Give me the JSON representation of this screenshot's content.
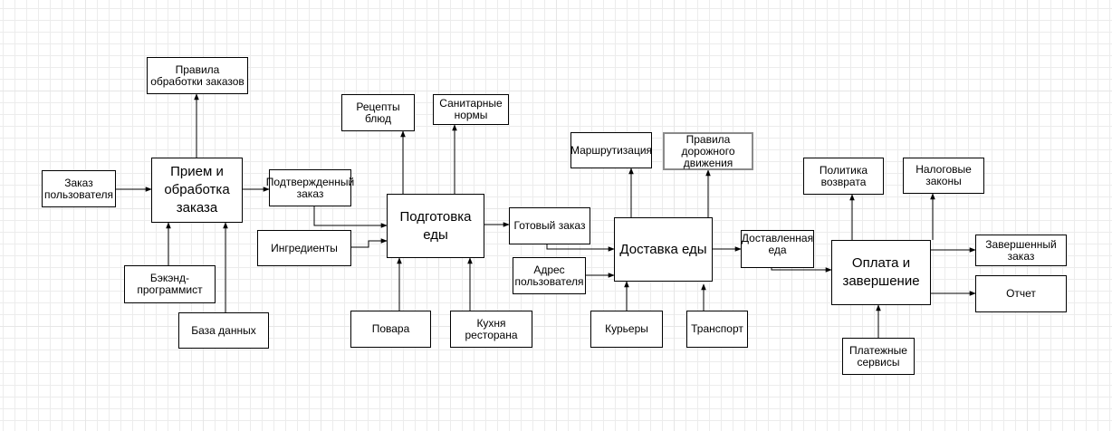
{
  "diagram": {
    "nodes": [
      {
        "id": "order_in",
        "label": "Заказ\nпользователя"
      },
      {
        "id": "intake",
        "label": "Прием и\nобработка\nзаказа"
      },
      {
        "id": "rules_orders",
        "label": "Правила\nобработки заказов"
      },
      {
        "id": "backend",
        "label": "Бэкэнд-\nпрограммист"
      },
      {
        "id": "database",
        "label": "База данных"
      },
      {
        "id": "confirmed",
        "label": "Подтвержденный\nзаказ"
      },
      {
        "id": "ingredients",
        "label": "Ингредиенты"
      },
      {
        "id": "cooking",
        "label": "Подготовка еды"
      },
      {
        "id": "recipes",
        "label": "Рецепты\nблюд"
      },
      {
        "id": "sanitary",
        "label": "Санитарные\nнормы"
      },
      {
        "id": "cooks",
        "label": "Повара"
      },
      {
        "id": "kitchen",
        "label": "Кухня\nресторана"
      },
      {
        "id": "ready",
        "label": "Готовый заказ"
      },
      {
        "id": "address",
        "label": "Адрес\nпользователя"
      },
      {
        "id": "delivery",
        "label": "Доставка еды"
      },
      {
        "id": "routing",
        "label": "Маршрутизация"
      },
      {
        "id": "traffic",
        "label": "Правила\nдорожного\nдвижения"
      },
      {
        "id": "couriers",
        "label": "Курьеры"
      },
      {
        "id": "transport",
        "label": "Транспорт"
      },
      {
        "id": "delivered",
        "label": "Доставленная\nеда"
      },
      {
        "id": "payment",
        "label": "Оплата и\nзавершение"
      },
      {
        "id": "refund",
        "label": "Политика\nвозврата"
      },
      {
        "id": "tax",
        "label": "Налоговые\nзаконы"
      },
      {
        "id": "pay_services",
        "label": "Платежные\nсервисы"
      },
      {
        "id": "completed",
        "label": "Завершенный\nзаказ"
      },
      {
        "id": "report",
        "label": "Отчет"
      }
    ],
    "edges": [
      {
        "from": "order_in",
        "to": "intake"
      },
      {
        "from": "intake",
        "to": "rules_orders"
      },
      {
        "from": "backend",
        "to": "intake"
      },
      {
        "from": "database",
        "to": "intake"
      },
      {
        "from": "intake",
        "to": "confirmed"
      },
      {
        "from": "confirmed",
        "to": "cooking"
      },
      {
        "from": "ingredients",
        "to": "cooking"
      },
      {
        "from": "cooking",
        "to": "recipes"
      },
      {
        "from": "cooking",
        "to": "sanitary"
      },
      {
        "from": "cooks",
        "to": "cooking"
      },
      {
        "from": "kitchen",
        "to": "cooking"
      },
      {
        "from": "cooking",
        "to": "ready"
      },
      {
        "from": "ready",
        "to": "delivery"
      },
      {
        "from": "address",
        "to": "delivery"
      },
      {
        "from": "delivery",
        "to": "routing"
      },
      {
        "from": "delivery",
        "to": "traffic"
      },
      {
        "from": "couriers",
        "to": "delivery"
      },
      {
        "from": "transport",
        "to": "delivery"
      },
      {
        "from": "delivery",
        "to": "delivered"
      },
      {
        "from": "delivered",
        "to": "payment"
      },
      {
        "from": "payment",
        "to": "refund"
      },
      {
        "from": "payment",
        "to": "tax"
      },
      {
        "from": "pay_services",
        "to": "payment"
      },
      {
        "from": "payment",
        "to": "completed"
      },
      {
        "from": "payment",
        "to": "report"
      }
    ]
  }
}
